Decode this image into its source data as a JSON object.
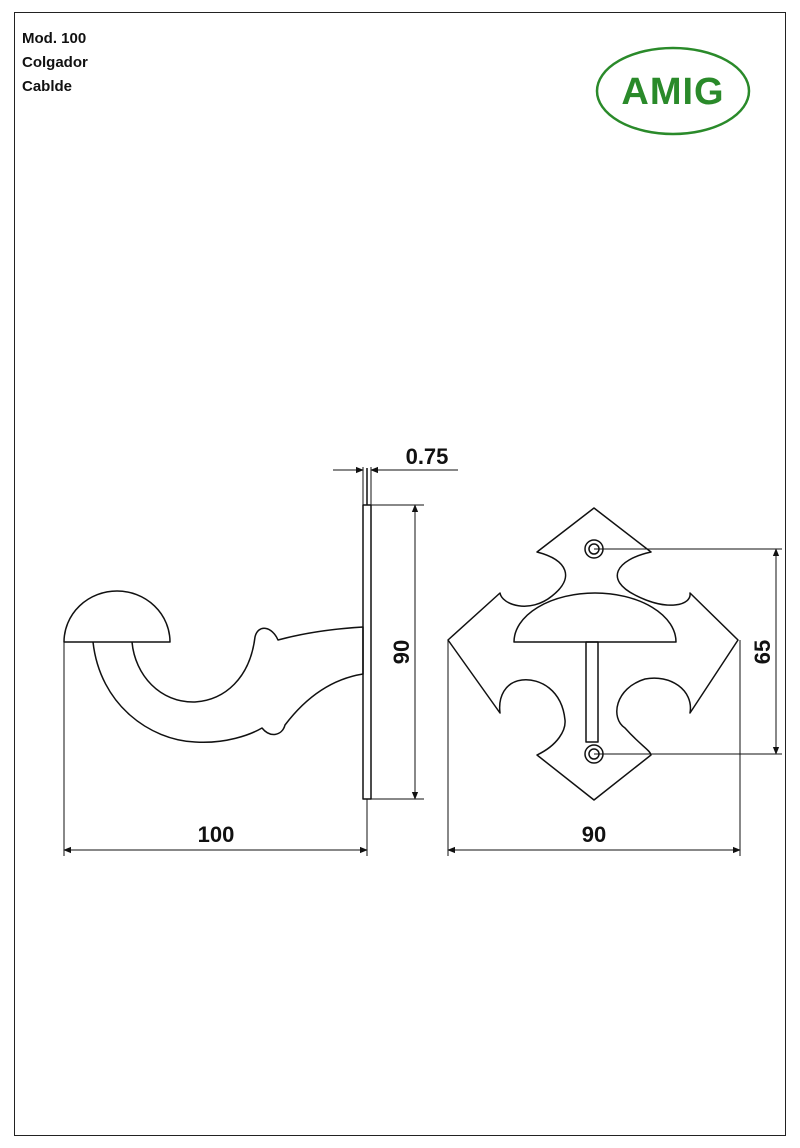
{
  "title_block": {
    "model": "Mod. 100",
    "name_es": "Colgador",
    "name_fr": "Cablde"
  },
  "logo": {
    "text": "AMIG",
    "color": "#2a8a2a"
  },
  "dimensions": {
    "thickness": "0.75",
    "plate_height": "90",
    "hook_projection": "100",
    "plate_width": "90",
    "hole_spacing": "65"
  }
}
